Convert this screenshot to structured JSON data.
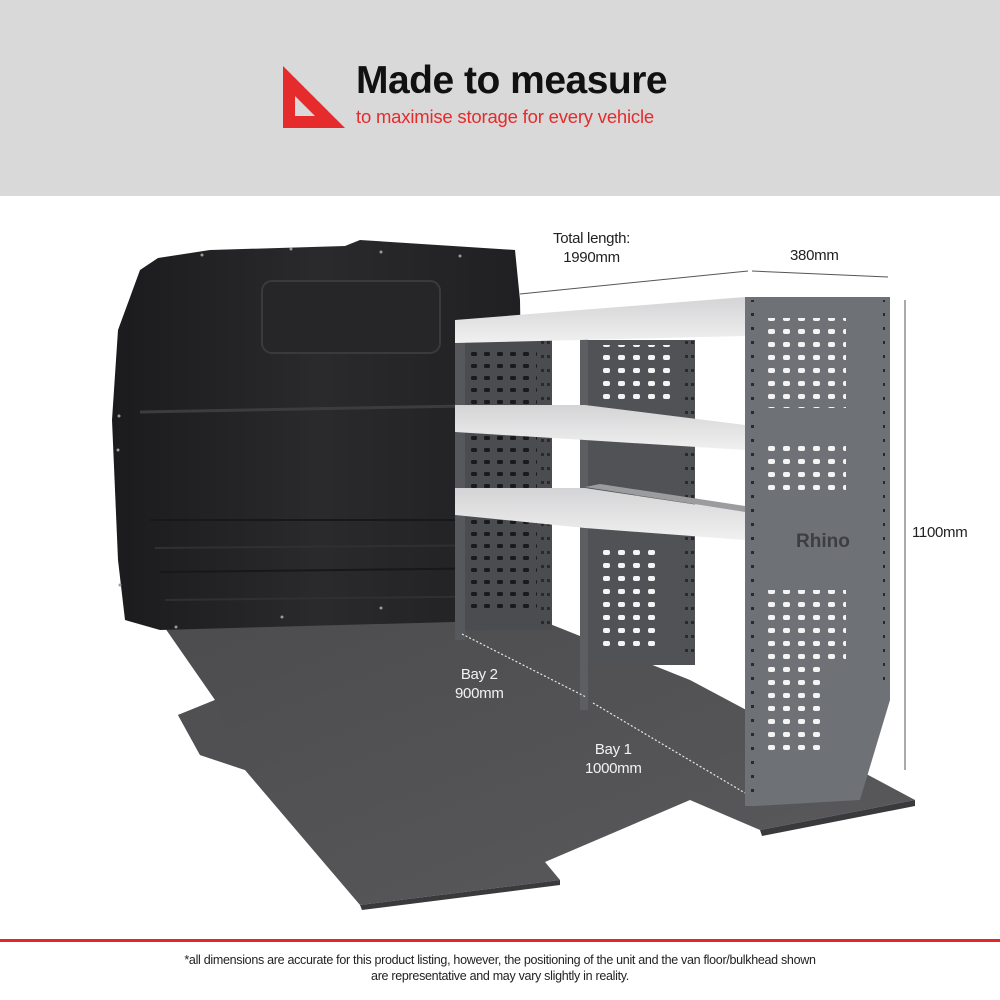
{
  "header": {
    "title": "Made to measure",
    "subtitle": "to maximise storage for every vehicle",
    "icon": "set-square-ruler-icon",
    "background_color": "#d9d9d9",
    "accent_color": "#e52b2b"
  },
  "dimensions": {
    "total_length_label": "Total length:",
    "total_length_value": "1990mm",
    "depth_value": "380mm",
    "height_value": "1100mm",
    "bay2_label": "Bay 2",
    "bay2_value": "900mm",
    "bay1_label": "Bay 1",
    "bay1_value": "1000mm"
  },
  "product": {
    "brand_mark": "Rhino",
    "shelf_levels": 3,
    "bays": 2
  },
  "footer": {
    "rule_color": "#e3262a",
    "disclaimer_line1": "*all dimensions are accurate for this product listing, however, the positioning of the unit and the van floor/bulkhead shown",
    "disclaimer_line2": "are representative and may vary slightly in reality."
  }
}
